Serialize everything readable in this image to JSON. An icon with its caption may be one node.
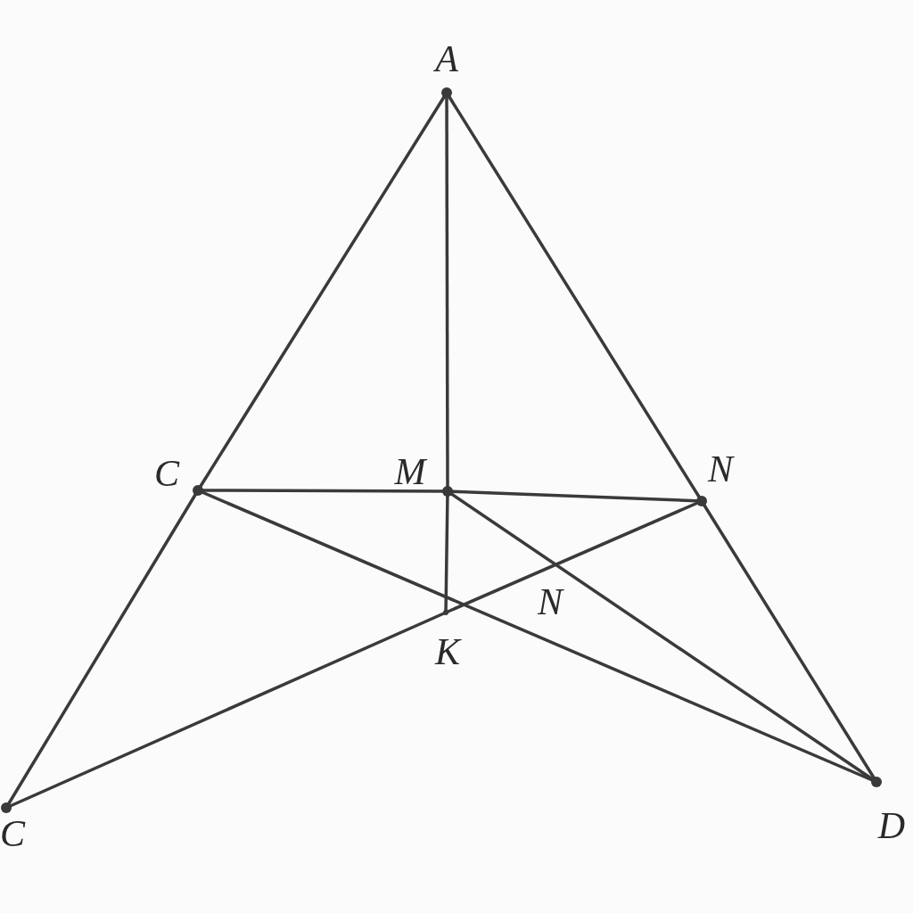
{
  "diagram": {
    "nodes": [
      {
        "text": [
          "A"
        ]
      },
      {
        "text": [
          "C"
        ]
      },
      {
        "text": [
          "M"
        ]
      },
      {
        "text": [
          "N"
        ]
      },
      {
        "text": [
          "K"
        ]
      },
      {
        "text": [
          "C"
        ]
      },
      {
        "text": [
          "D"
        ]
      }
    ],
    "edges": [
      {
        "from": 0,
        "to": 1,
        "arrow": "none"
      },
      {
        "from": 1,
        "to": 5,
        "arrow": "none"
      },
      {
        "from": 0,
        "to": 3,
        "arrow": "none"
      },
      {
        "from": 3,
        "to": 6,
        "arrow": "none"
      },
      {
        "from": 0,
        "to": 2,
        "arrow": "none"
      },
      {
        "from": 2,
        "to": 4,
        "arrow": "none"
      },
      {
        "from": 1,
        "to": 2,
        "arrow": "none"
      },
      {
        "from": 2,
        "to": 3,
        "arrow": "none"
      },
      {
        "from": 1,
        "to": 6,
        "arrow": "none"
      },
      {
        "from": 2,
        "to": 6,
        "arrow": "none"
      },
      {
        "from": 5,
        "to": 4,
        "arrow": "none"
      },
      {
        "from": 4,
        "to": 3,
        "arrow": "none"
      }
    ],
    "labels": [
      "N"
    ]
  }
}
